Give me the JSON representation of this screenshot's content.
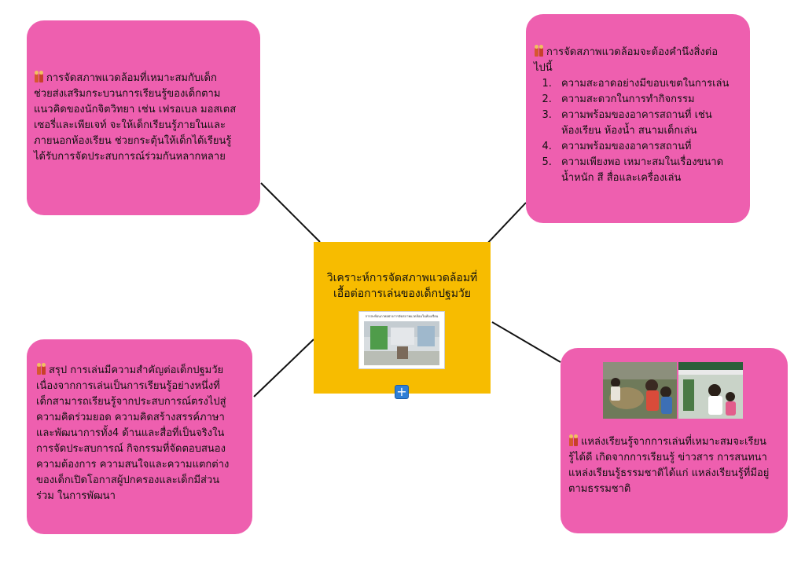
{
  "central_topic": {
    "title_line1": "วิเคราะห์การจัดสภาพแวดล้อมที่",
    "title_line2": "เอื้อต่อการเล่นของเด็กปฐมวัย",
    "image_caption": "การสะท้อนภาพอย่างการจัดสภาพแวดล้อมในห้องเรียน"
  },
  "nodes": {
    "top_left": {
      "icon": "people-icon",
      "lines": [
        "การจัดสภาพแวดล้อมที่เหมาะสมกับเด็ก",
        "ช่วยส่งเสริมกระบวนการเรียนรู้ของเด็กตาม",
        "แนวคิดของนักจิตวิทยา เช่น เฟรอเบล มอสเตส",
        "เซอรี่และเพียเจท์  จะให้เด็กเรียนรู้ภายในและ",
        "ภายนอกห้องเรียน  ช่วยกระตุ้นให้เด็กได้เรียนรู้",
        "ได้รับการจัดประสบการณ์ร่วมกันหลากหลาย"
      ]
    },
    "top_right": {
      "icon": "people-icon",
      "heading_line1": "การจัดสภาพแวดล้อมจะต้องคำนึงสิ่งต่อ",
      "heading_line2": "ไปนี้",
      "items": [
        [
          "ความสะอาดอย่างมีขอบเขตในการเล่น"
        ],
        [
          "ความสะดวกในการทำกิจกรรม"
        ],
        [
          "ความพร้อมของอาคารสถานที่ เช่น",
          "ห้องเรียน ห้องน้ำ สนามเด็กเล่น"
        ],
        [
          "ความพร้อมของอาคารสถานที่"
        ],
        [
          "ความเพียงพอ เหมาะสมในเรื่องขนาด",
          "น้ำหนัก สี สื่อและเครื่องเล่น"
        ]
      ]
    },
    "bottom_left": {
      "icon": "people-icon",
      "lines": [
        "สรุป การเล่นมีความสำคัญต่อเด็กปฐมวัย",
        "เนื่องจากการเล่นเป็นการเรียนรู้อย่างหนึ่งที่",
        "เด็กสามารถเรียนรู้จากประสบการณ์ตรงไปสู่",
        "ความคิดร่วมยอด ความคิดสร้างสรรค์ภาษา",
        "และพัฒนาการทั้ง4 ด้านและสื่อที่เป็นจริงใน",
        "การจัดประสบการณ์ กิจกรรมที่จัดตอบสนอง",
        "ความต้องการ ความสนใจและความแตกต่าง",
        "ของเด็กเปิดโอกาสผู้ปกครองและเด็กมีส่วน",
        "ร่วม ในการพัฒนา"
      ]
    },
    "bottom_right": {
      "icon": "people-icon",
      "lines": [
        "แหล่งเรียนรู้จากการเล่นที่เหมาะสมจะเรียน",
        "รู้ได้ดี เกิดจากการเรียนรู้ ข่าวสาร การสนทนา",
        "แหล่งเรียนรู้ธรรมชาติได้แก่ แหล่งเรียนรู้ที่มีอยู่",
        "ตามธรรมชาติ"
      ]
    }
  },
  "colors": {
    "node_fill": "#ee5faf",
    "center_fill": "#f7bc00",
    "connector": "#111111",
    "expand_button": "#2f7fd6"
  },
  "expand_button": {
    "label": "+"
  }
}
